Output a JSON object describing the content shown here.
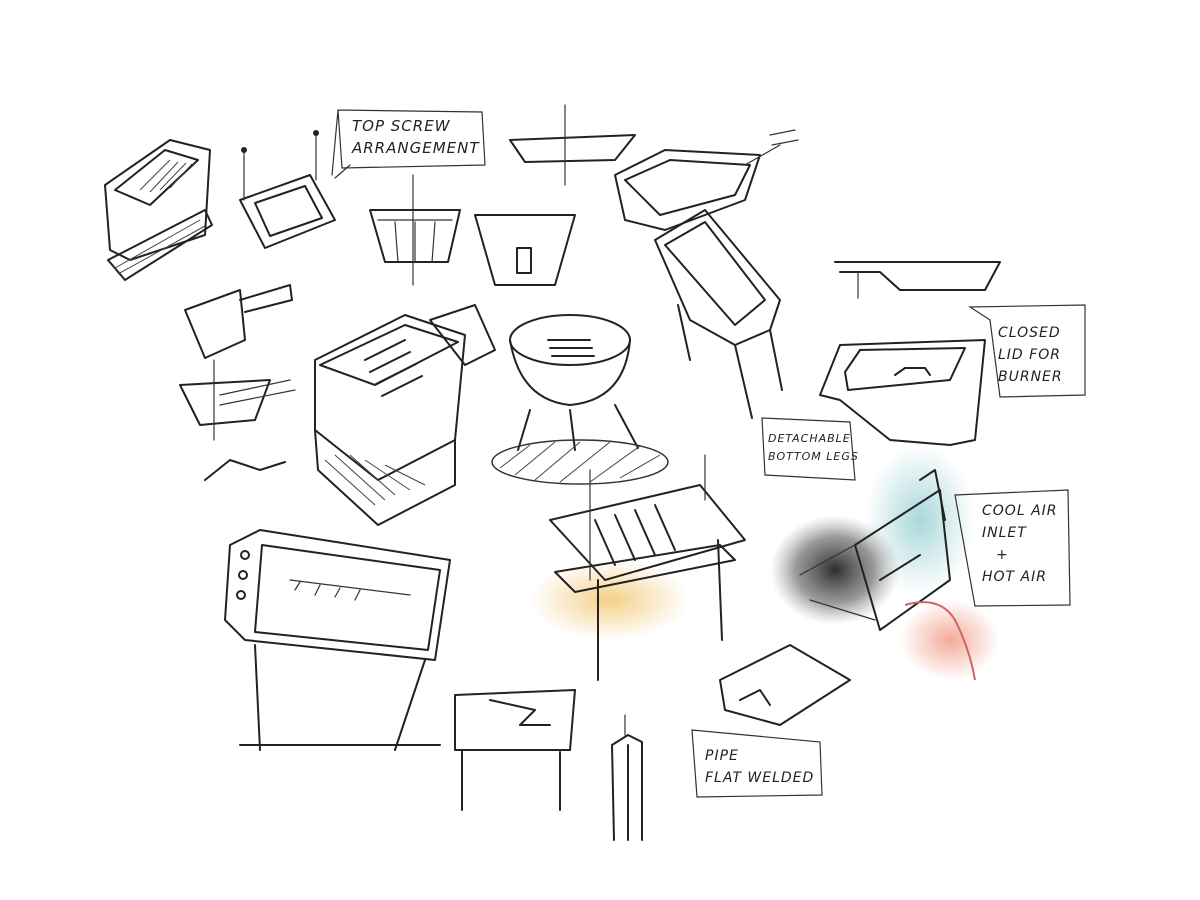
{
  "title": "Barbecue grill concept sketches",
  "notes": {
    "top_screw": [
      "TOP SCREW",
      "ARRANGEMENT"
    ],
    "closed_lid": [
      "CLOSED",
      "LID FOR",
      "BURNER"
    ],
    "detachable_legs": [
      "DETACHABLE",
      "BOTTOM LEGS"
    ],
    "air": [
      "COOL AIR",
      "INLET",
      "+",
      "HOT AIR"
    ],
    "pipe": [
      "PIPE",
      "FLAT WELDED"
    ]
  },
  "colors": {
    "ink": "#222222",
    "warm": "#f2c46a",
    "cool": "#9fd3d8",
    "hot": "#f2a08e",
    "shadow": "#333333"
  }
}
